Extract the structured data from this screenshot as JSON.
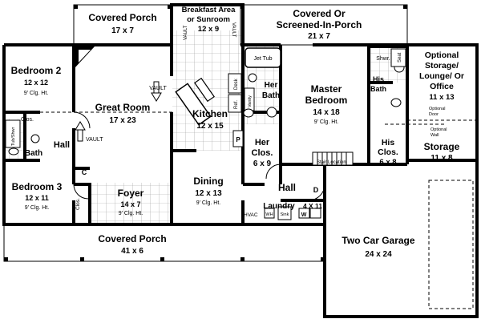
{
  "rooms": {
    "covered_porch_top": {
      "name": "Covered Porch",
      "dim": "17 x 7"
    },
    "breakfast": {
      "name_line1": "Breakfast Area",
      "name_line2": "or Sunroom",
      "dim": "12 x 9"
    },
    "screened_porch": {
      "name_line1": "Covered Or",
      "name_line2": "Screened-In-Porch",
      "dim": "21 x 7"
    },
    "bedroom2": {
      "name": "Bedroom 2",
      "dim": "12 x 12",
      "ceiling": "9' Clg. Ht."
    },
    "great_room": {
      "name": "Great Room",
      "dim": "17 x 23"
    },
    "kitchen": {
      "name": "Kitchen",
      "dim": "12 x 15"
    },
    "her_bath": {
      "name_line1": "Her",
      "name_line2": "Bath"
    },
    "master_bedroom": {
      "name_line1": "Master",
      "name_line2": "Bedroom",
      "dim": "14 x 18",
      "ceiling": "9' Clg. Ht."
    },
    "his_bath": {
      "name_line1": "His",
      "name_line2": "Bath"
    },
    "optional_storage": {
      "line1": "Optional",
      "line2": "Storage/",
      "line3": "Lounge/ Or",
      "line4": "Office",
      "dim": "11 x 13"
    },
    "storage": {
      "name": "Storage",
      "dim": "11 x 8"
    },
    "bath": {
      "name": "Bath"
    },
    "hall_left": {
      "name": "Hall"
    },
    "bedroom3": {
      "name": "Bedroom 3",
      "dim": "12 x 11",
      "ceiling": "9' Clg. Ht."
    },
    "foyer": {
      "name": "Foyer",
      "dim": "14 x 7",
      "ceiling": "9' Clg. Ht."
    },
    "dining": {
      "name": "Dining",
      "dim": "12 x 13",
      "ceiling": "9' Clg. Ht."
    },
    "her_clos": {
      "name_line1": "Her",
      "name_line2": "Clos.",
      "dim": "6 x 9"
    },
    "his_clos": {
      "name_line1": "His",
      "name_line2": "Clos.",
      "dim": "6 x 8"
    },
    "hall_center": {
      "name": "Hall"
    },
    "laundry": {
      "name": "Laundry",
      "dim": "4 X 11"
    },
    "covered_porch_bottom": {
      "name": "Covered Porch",
      "dim": "41 x 6"
    },
    "garage": {
      "name": "Two Car Garage",
      "dim": "24 x 24"
    }
  },
  "labels": {
    "vault": "VAULT",
    "clos": "Clos.",
    "c": "C",
    "p": "P",
    "d": "D",
    "jet_tub": "Jet Tub",
    "shwr": "Shwr.",
    "seat": "Seat",
    "tub_shwr": "Tub/Shwr",
    "vanity": "Vanity",
    "ref": "Ref.",
    "desk": "Desk",
    "stair_location": "Stair Location",
    "optional_door_1": "Optional",
    "optional_door_2": "Door",
    "optional_wall_1": "Optional",
    "optional_wall_2": "Wall",
    "hvac": "HVAC",
    "wh": "WH",
    "sink": "Sink",
    "w": "W"
  }
}
